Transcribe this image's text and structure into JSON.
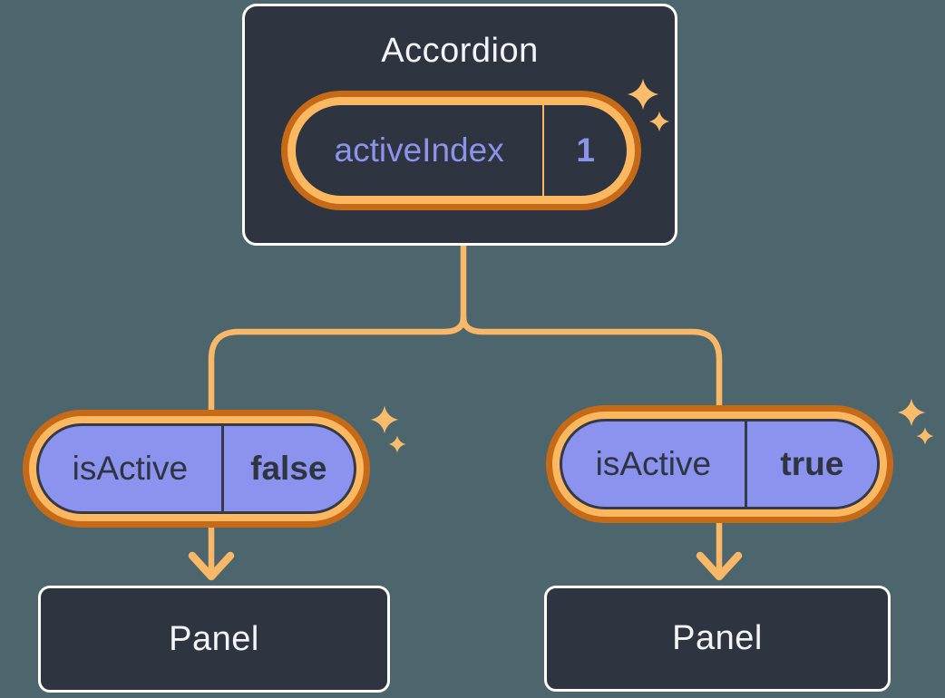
{
  "colors": {
    "background": "#4d666d",
    "node_fill": "#2e3440",
    "node_border": "#ffffff",
    "ring_orange_dark": "#c76a17",
    "ring_orange_light": "#fcb761",
    "connector_line": "#f9b768",
    "sparkle": "#f9bc6b",
    "pill_purple_fill": "#8b93ee",
    "purple_text": "#8b94ea",
    "dark_text": "#2e3440",
    "light_text": "#f3f5f9"
  },
  "accordion": {
    "title": "Accordion",
    "state": {
      "name": "activeIndex",
      "value": "1"
    }
  },
  "children": [
    {
      "prop_name": "isActive",
      "prop_value": "false",
      "panel_label": "Panel"
    },
    {
      "prop_name": "isActive",
      "prop_value": "true",
      "panel_label": "Panel"
    }
  ],
  "icons": {
    "sparkles": "four-point-sparkle-stars"
  }
}
